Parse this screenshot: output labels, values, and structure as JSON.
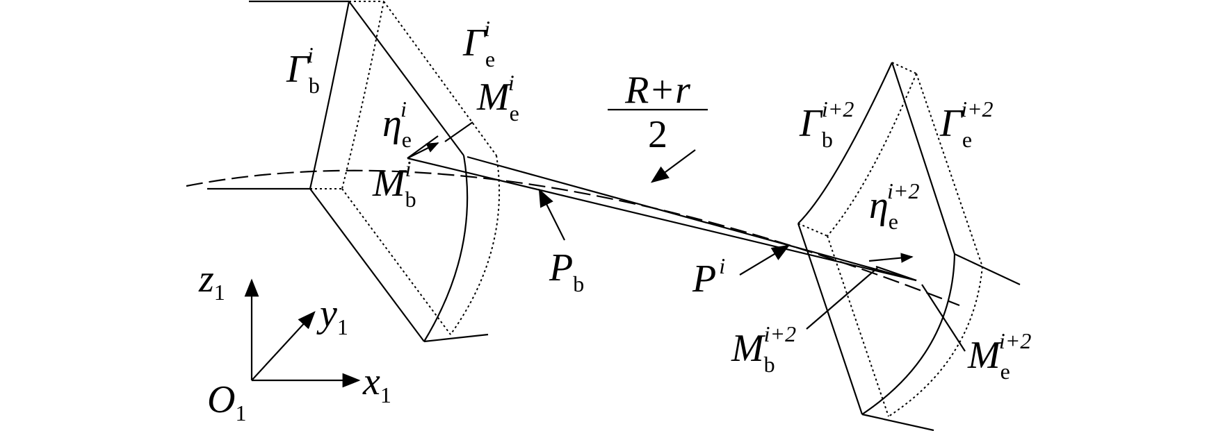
{
  "labels": {
    "gamma": "Γ",
    "m": "M",
    "eta": "η",
    "p": "P",
    "idx_b": "b",
    "idx_e": "e",
    "sup_i": "i",
    "sup_i2": "i+2"
  },
  "fraction": {
    "numerator": "R+r",
    "denominator": "2"
  },
  "axes": {
    "z": "z",
    "y": "y",
    "x": "x",
    "origin": "O",
    "index": "1"
  }
}
